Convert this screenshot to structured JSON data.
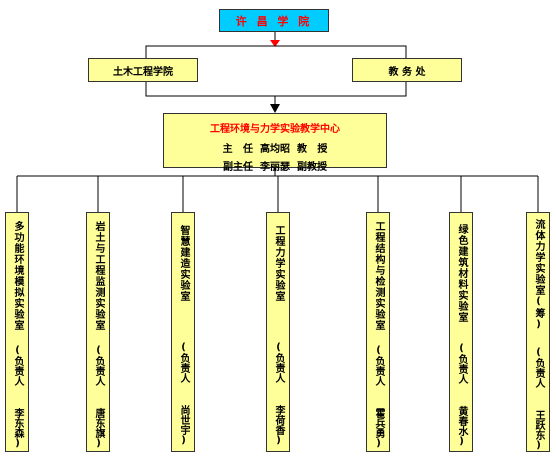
{
  "top": {
    "label": "许 昌 学 院"
  },
  "level2": [
    {
      "label": "土木工程学院"
    },
    {
      "label": "教  务  处"
    }
  ],
  "center": {
    "title": "工程环境与力学实验教学中心",
    "director": "主   任  高均昭  教   授",
    "deputy": "副主任  李丽瑟  副教授"
  },
  "labs": [
    {
      "name": "多功能环境模拟实验室",
      "head": "(负责人  李东森)"
    },
    {
      "name": "岩土与工程监测实验室",
      "head": "(负责人  唐东旗)"
    },
    {
      "name": "智慧建造实验室",
      "head": "(负责人  尚世宇)"
    },
    {
      "name": "工程力学实验室",
      "head": "(负责人  李荷香)"
    },
    {
      "name": "工程结构与检测实验室",
      "head": "(负责人  霍兵勇)"
    },
    {
      "name": "绿色建筑材料实验室",
      "head": "(负责人  黄春水)"
    },
    {
      "name": "流体力学实验室(筹)",
      "head": "(负责人  王跃东)"
    }
  ],
  "colors": {
    "top_fill": "#00ccff",
    "box_fill": "#ffff99",
    "arrow_red": "#ff0000"
  }
}
